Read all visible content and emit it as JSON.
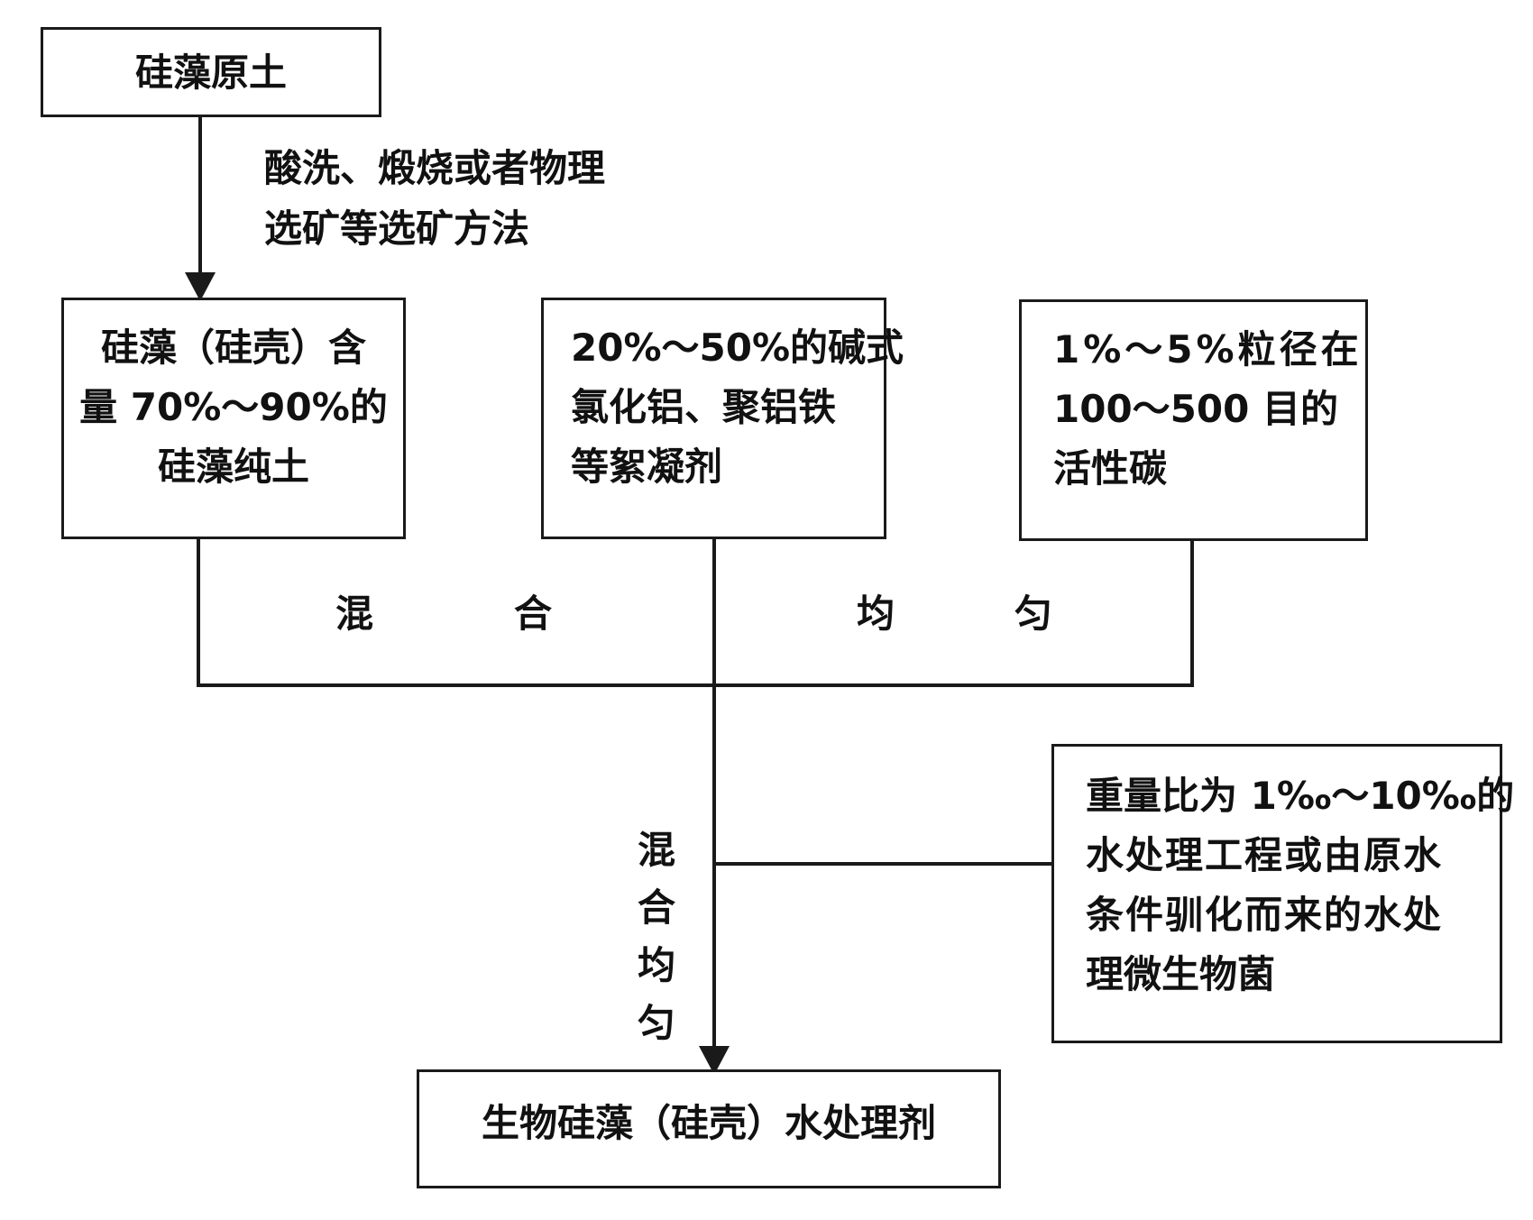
{
  "raw_material": {
    "label": "硅藻原土"
  },
  "process_step": {
    "line1": "酸洗、煅烧或者物理",
    "line2": "选矿等选矿方法"
  },
  "diatom_pure_soil": {
    "line1": "硅藻（硅壳）含",
    "line2": "量 70%～90%的",
    "line3": "硅藻纯土"
  },
  "flocculant": {
    "line1": "20%～50%的碱式",
    "line2": "氯化铝、聚铝铁",
    "line3": "等絮凝剂"
  },
  "activated_carbon": {
    "line1": "1%～5%粒径在",
    "line2": "100～500 目的",
    "line3": "活性碳"
  },
  "mix_horizontal": [
    "混",
    "合",
    "均",
    "匀"
  ],
  "microbe": {
    "line1": "重量比为 1‰～10‰的",
    "line2": "水处理工程或由原水",
    "line3": "条件驯化而来的水处",
    "line4": "理微生物菌"
  },
  "mix_vertical": [
    "混",
    "合",
    "均",
    "匀"
  ],
  "product": {
    "label": "生物硅藻（硅壳）水处理剂"
  }
}
